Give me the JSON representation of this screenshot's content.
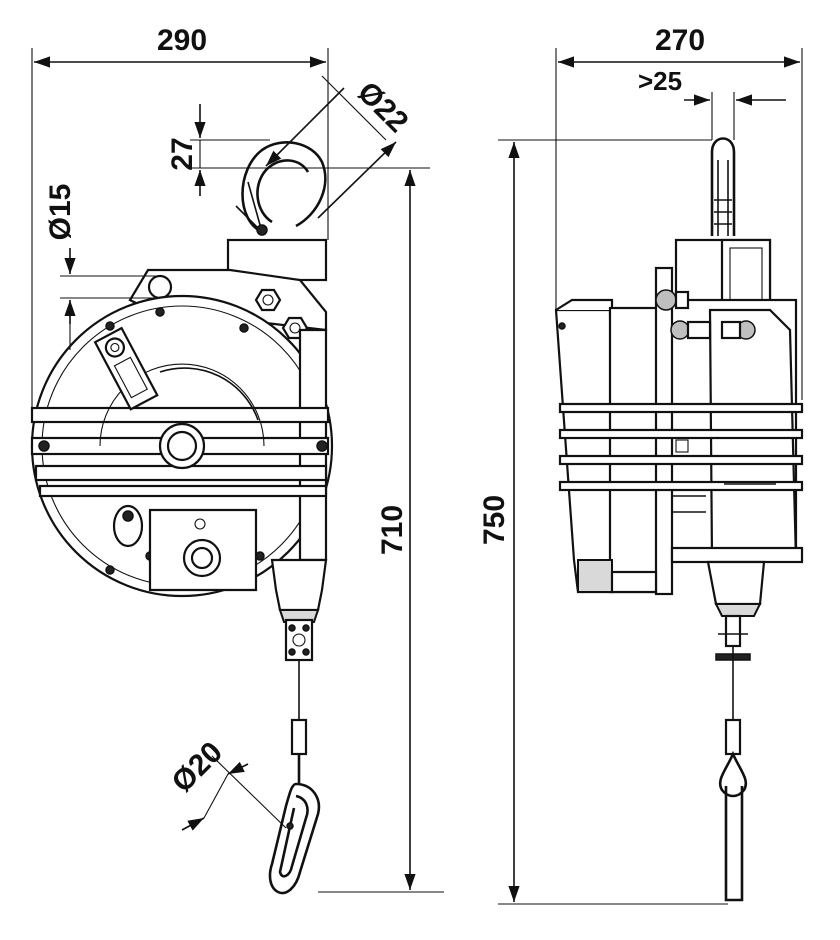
{
  "dimensions": {
    "front_width": "290",
    "side_width": "270",
    "min_hook_gap": ">25",
    "hook_diameter": "Ø22",
    "suspension_height": "27",
    "top_hole_diameter": "Ø15",
    "carabiner_diameter": "Ø20",
    "front_height": "710",
    "side_height": "750"
  },
  "colors": {
    "line": "#111111",
    "metal_shade": "#d9d9d9",
    "background": "#ffffff"
  }
}
